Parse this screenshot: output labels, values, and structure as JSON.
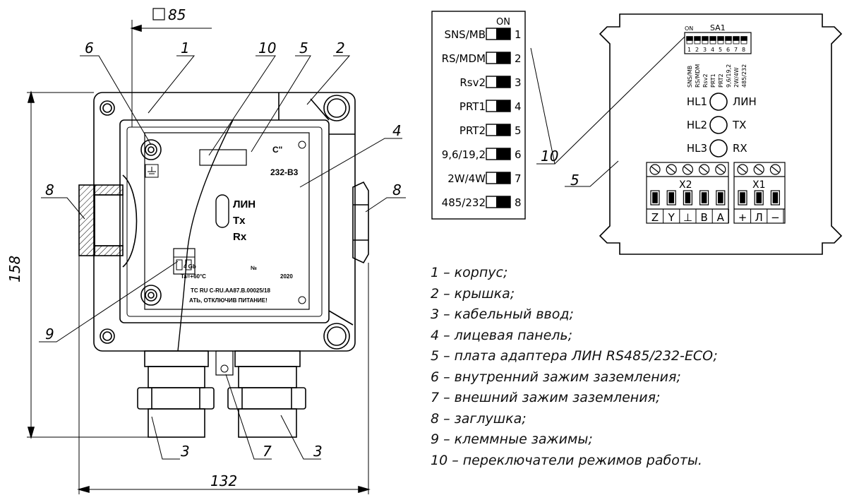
{
  "dimensions": {
    "square_size": "85",
    "height": "158",
    "width": "132"
  },
  "callouts": {
    "c1": "1",
    "c2": "2",
    "c3a": "3",
    "c3b": "3",
    "c4": "4",
    "c5": "5",
    "c6": "6",
    "c7": "7",
    "c8a": "8",
    "c8b": "8",
    "c9": "9",
    "c10": "10"
  },
  "front_panel": {
    "leds": [
      "ЛИН",
      "Tx",
      "Rx"
    ],
    "text_model": "232-В3",
    "text_logo": "C\"",
    "text_rating": "4 Gb",
    "text_temp": "Ta=+60°C",
    "text_no": "№",
    "text_year": "2020",
    "text_cert": "TC RU C-RU.AA87.B.00025/18",
    "text_warning": "АТЬ, ОТКЛЮЧИВ ПИТАНИЕ!"
  },
  "dip_detail": {
    "on_label": "ON",
    "rows": [
      {
        "label": "SNS/MB",
        "num": "1"
      },
      {
        "label": "RS/MDM",
        "num": "2"
      },
      {
        "label": "Rsv2",
        "num": "3"
      },
      {
        "label": "PRT1",
        "num": "4"
      },
      {
        "label": "PRT2",
        "num": "5"
      },
      {
        "label": "9,6/19,2",
        "num": "6"
      },
      {
        "label": "2W/4W",
        "num": "7"
      },
      {
        "label": "485/232",
        "num": "8"
      }
    ],
    "callout": "10"
  },
  "board": {
    "sa1_label": "SA1",
    "sa1_on": "ON",
    "sa1_nums": [
      "1",
      "2",
      "3",
      "4",
      "5",
      "6",
      "7",
      "8"
    ],
    "sa1_labels": [
      "SNS/MB",
      "RS/MDM",
      "Rsv2",
      "PRT1",
      "PRT2",
      "9,6/19,2",
      "2W/4W",
      "485/232"
    ],
    "leds": [
      {
        "id": "HL1",
        "name": "ЛИН"
      },
      {
        "id": "HL2",
        "name": "TX"
      },
      {
        "id": "HL3",
        "name": "RX"
      }
    ],
    "x2_label": "X2",
    "x2_pins": [
      "Z",
      "Y",
      "⊥",
      "B",
      "A"
    ],
    "x1_label": "X1",
    "x1_pins": [
      "+",
      "Л",
      "−"
    ],
    "callout": "5"
  },
  "legend": [
    "1 – корпус;",
    "2 – крышка;",
    "3 – кабельный ввод;",
    "4 – лицевая панель;",
    "5 – плата адаптера ЛИН RS485/232-ECO;",
    "6 – внутренний зажим заземления;",
    "7 – внешний зажим заземления;",
    "8 – заглушка;",
    "9 – клеммные зажимы;",
    "10 – переключатели режимов работы."
  ]
}
